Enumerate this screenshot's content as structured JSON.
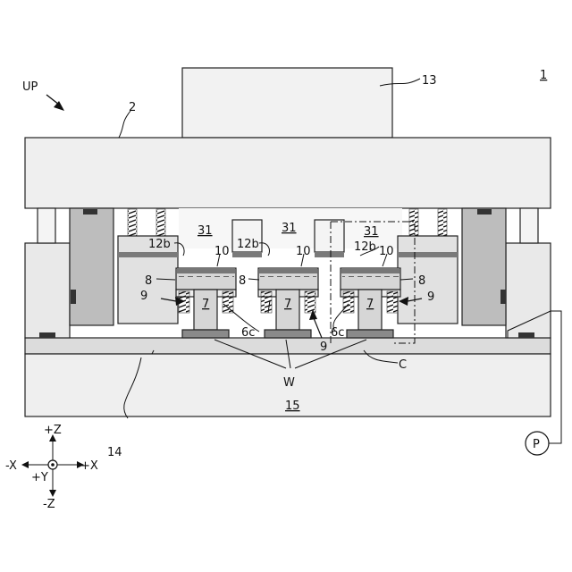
{
  "figure": {
    "device": "1",
    "up": "UP",
    "upper_plate": "2",
    "punch_block": "13",
    "lower_die": "14",
    "bed": "15",
    "pump": "P",
    "region": "C",
    "workpiece": "W",
    "chamber": "31",
    "presser": "12b",
    "plate": "10",
    "membrane": "8",
    "spring": "9",
    "support": "7",
    "groove": "6c"
  },
  "axes": {
    "pz": "+Z",
    "nz": "-Z",
    "px": "+X",
    "nx": "-X",
    "py": "+Y"
  },
  "colors": {
    "outline": "#222222",
    "light_fill": "#f0f0f0",
    "mid_fill": "#d4d4d4",
    "dark_fill": "#8c8c8c",
    "block_fill": "#b8b8b8"
  }
}
